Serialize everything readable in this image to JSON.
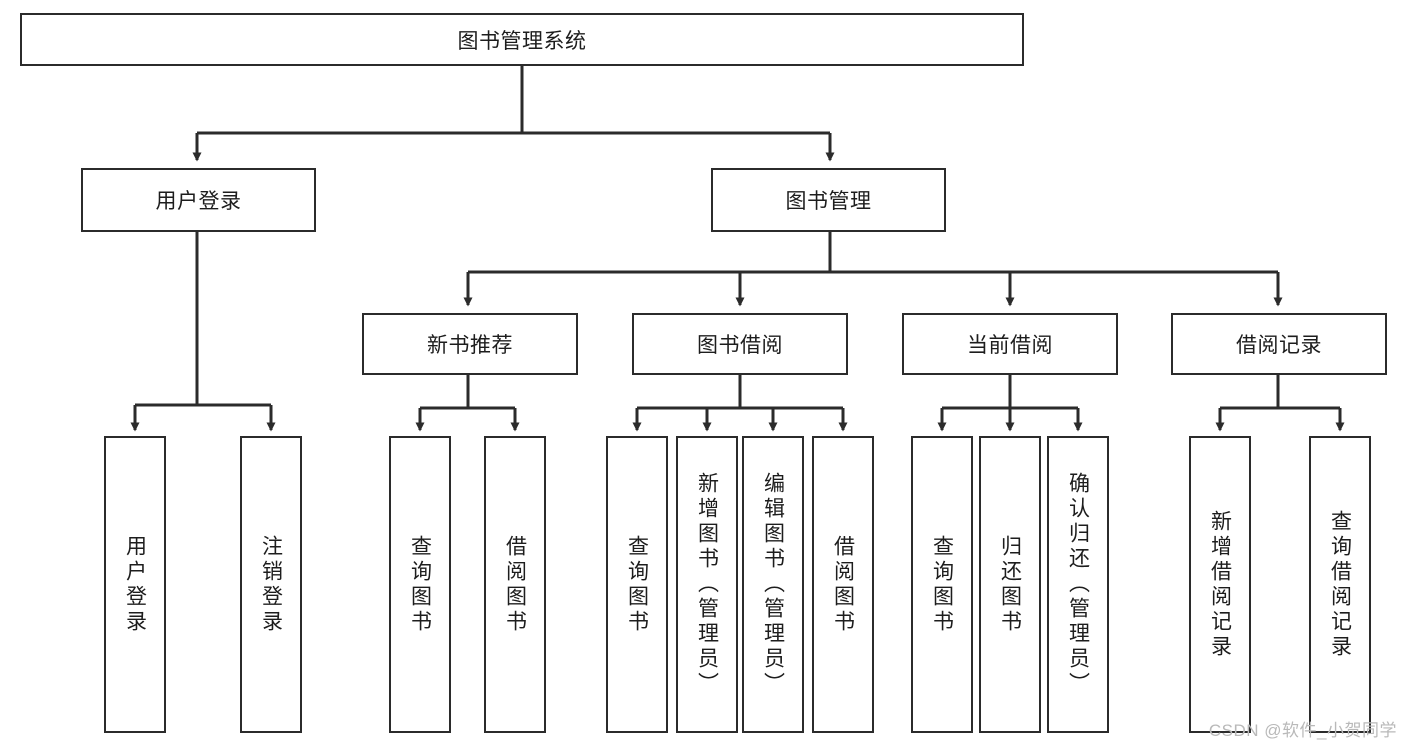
{
  "diagram": {
    "title": "图书管理系统",
    "type": "tree-hierarchy-diagram",
    "root": {
      "label": "图书管理系统"
    },
    "level2": [
      {
        "label": "用户登录"
      },
      {
        "label": "图书管理"
      }
    ],
    "level3": [
      {
        "label": "新书推荐"
      },
      {
        "label": "图书借阅"
      },
      {
        "label": "当前借阅"
      },
      {
        "label": "借阅记录"
      }
    ],
    "leaves": {
      "user_login": [
        {
          "label": "用户登录"
        },
        {
          "label": "注销登录"
        }
      ],
      "new_book_recommend": [
        {
          "label": "查询图书"
        },
        {
          "label": "借阅图书"
        }
      ],
      "book_borrow": [
        {
          "label": "查询图书"
        },
        {
          "label": "新增图书（管理员）"
        },
        {
          "label": "编辑图书（管理员）"
        },
        {
          "label": "借阅图书"
        }
      ],
      "current_borrow": [
        {
          "label": "查询图书"
        },
        {
          "label": "归还图书"
        },
        {
          "label": "确认归还（管理员）"
        }
      ],
      "borrow_record": [
        {
          "label": "新增借阅记录"
        },
        {
          "label": "查询借阅记录"
        }
      ]
    }
  },
  "watermark": {
    "text": "CSDN @软件_小贺同学"
  },
  "colors": {
    "stroke": "#2b2b2b",
    "fill": "#ffffff",
    "text": "#1d1d1d",
    "watermark": "#b9b9b9"
  }
}
